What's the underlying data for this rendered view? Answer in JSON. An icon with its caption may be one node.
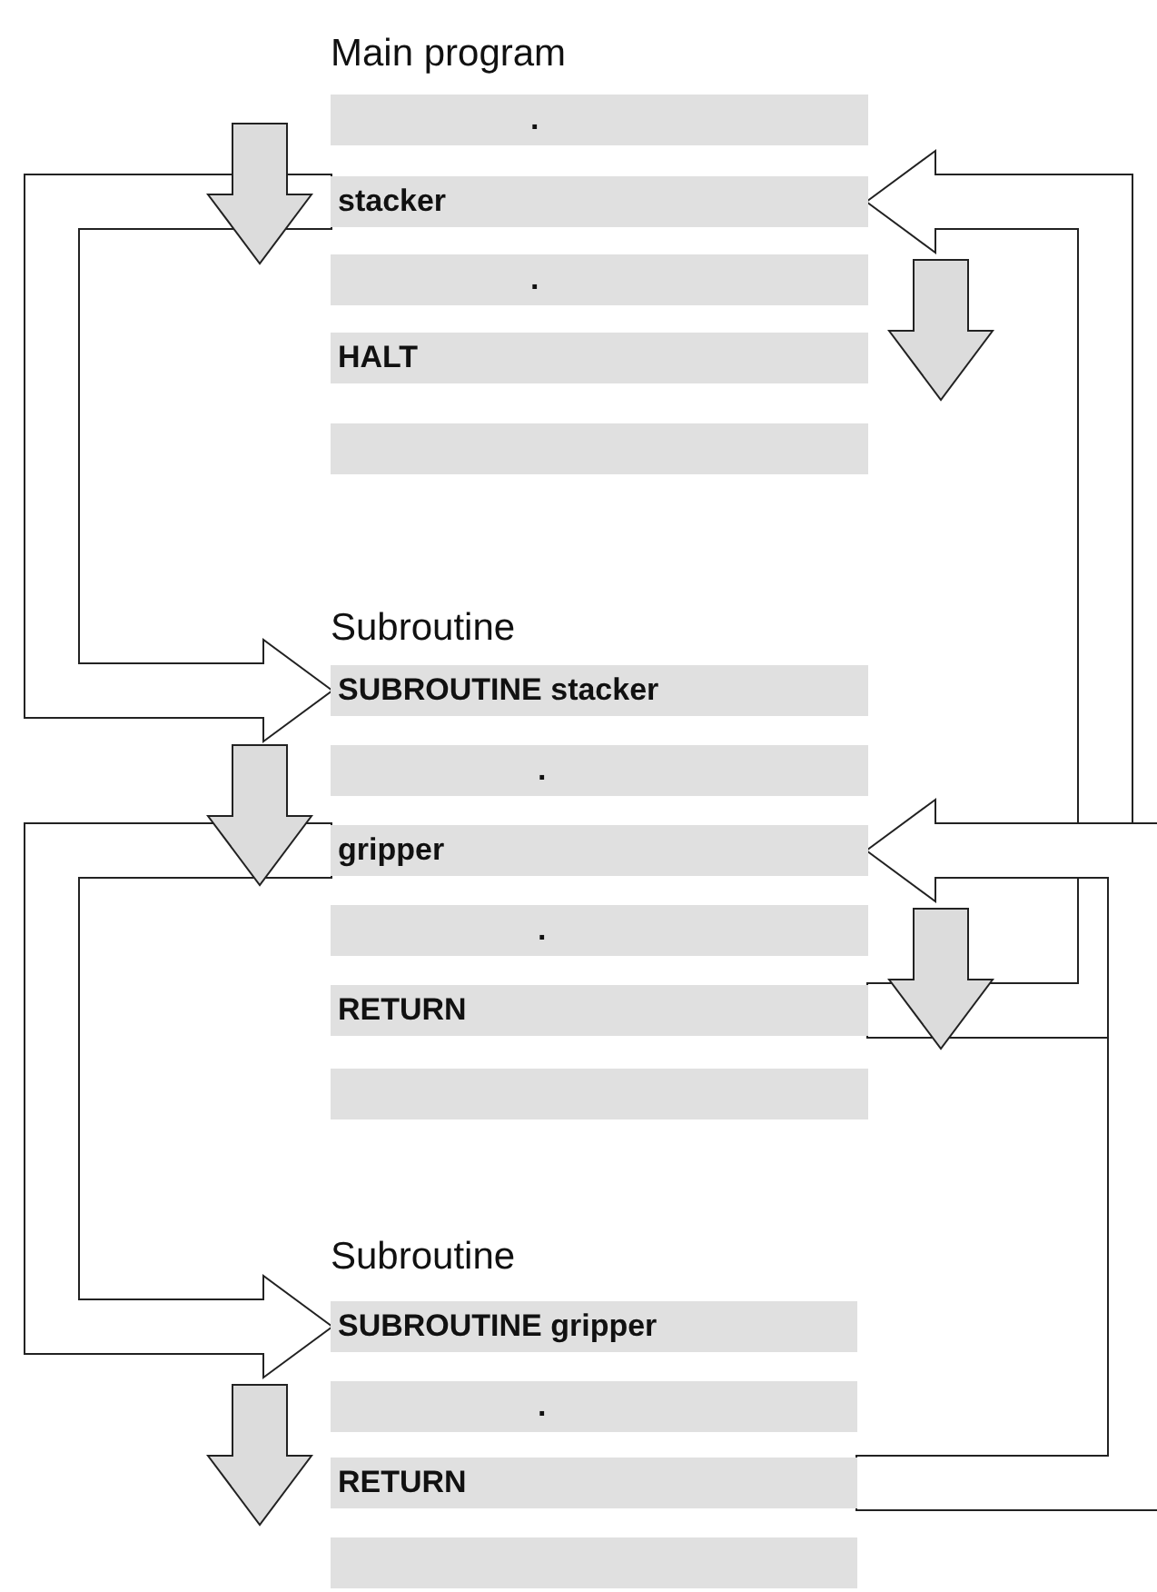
{
  "diagram": {
    "nodes": [
      {
        "text": [
          "Main program"
        ]
      },
      {
        "text": [
          "."
        ],
        "in": 0
      },
      {
        "text": [
          "stacker"
        ],
        "in": 0
      },
      {
        "text": [
          "."
        ],
        "in": 0
      },
      {
        "text": [
          "HALT"
        ],
        "in": 0
      },
      {
        "text": [],
        "shape": "bar",
        "in": 0
      },
      {
        "text": [
          "Subroutine"
        ]
      },
      {
        "text": [
          "SUBROUTINE stacker"
        ],
        "in": 6
      },
      {
        "text": [
          "."
        ],
        "in": 6
      },
      {
        "text": [
          "gripper"
        ],
        "in": 6
      },
      {
        "text": [
          "."
        ],
        "in": 6
      },
      {
        "text": [
          "RETURN"
        ],
        "in": 6
      },
      {
        "text": [],
        "shape": "bar",
        "in": 6
      },
      {
        "text": [
          "Subroutine"
        ]
      },
      {
        "text": [
          "SUBROUTINE gripper"
        ],
        "in": 13
      },
      {
        "text": [
          "."
        ],
        "in": 13
      },
      {
        "text": [
          "RETURN"
        ],
        "in": 13
      },
      {
        "text": [],
        "shape": "bar",
        "in": 13
      }
    ],
    "edges": [
      {
        "from": 2,
        "to": 7,
        "arrow": "to"
      },
      {
        "from": 11,
        "to": 2,
        "arrow": "to"
      },
      {
        "from": 9,
        "to": 14,
        "arrow": "to"
      },
      {
        "from": 16,
        "to": 9,
        "arrow": "to"
      }
    ]
  }
}
